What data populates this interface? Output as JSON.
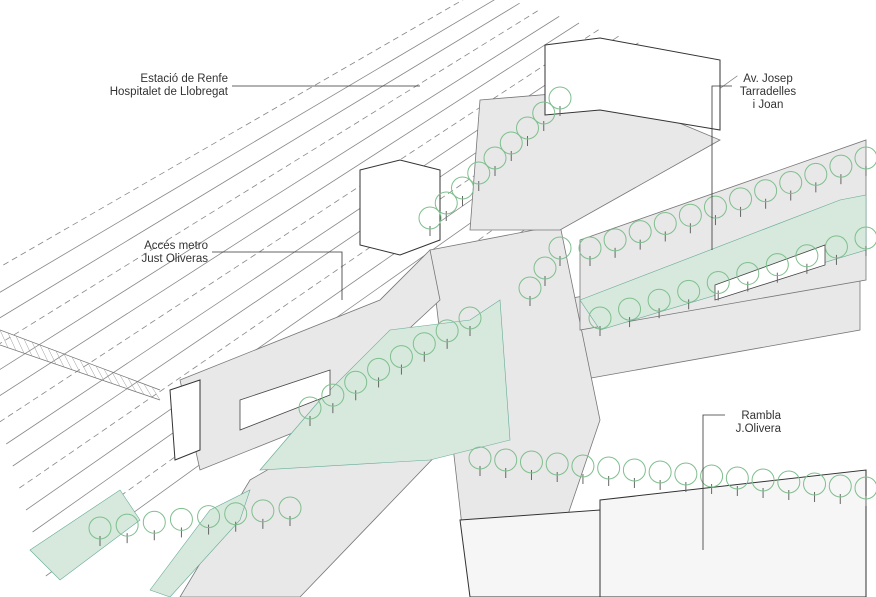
{
  "labels": {
    "renfe": {
      "line1": "Estació de Renfe",
      "line2": "Hospitalet de Llobregat"
    },
    "tarradellas": {
      "line1": "Av. Josep",
      "line2": "Tarradelles",
      "line3": "i Joan"
    },
    "metro": {
      "line1": "Accés metro",
      "line2": "Just Oliveras"
    },
    "rambla": {
      "line1": "Rambla",
      "line2": "J.Olivera"
    }
  },
  "colors": {
    "green_area": "#d6e9dc",
    "tree": "#7fbf8e",
    "line": "#555555",
    "paving": "#e6e6e6"
  }
}
